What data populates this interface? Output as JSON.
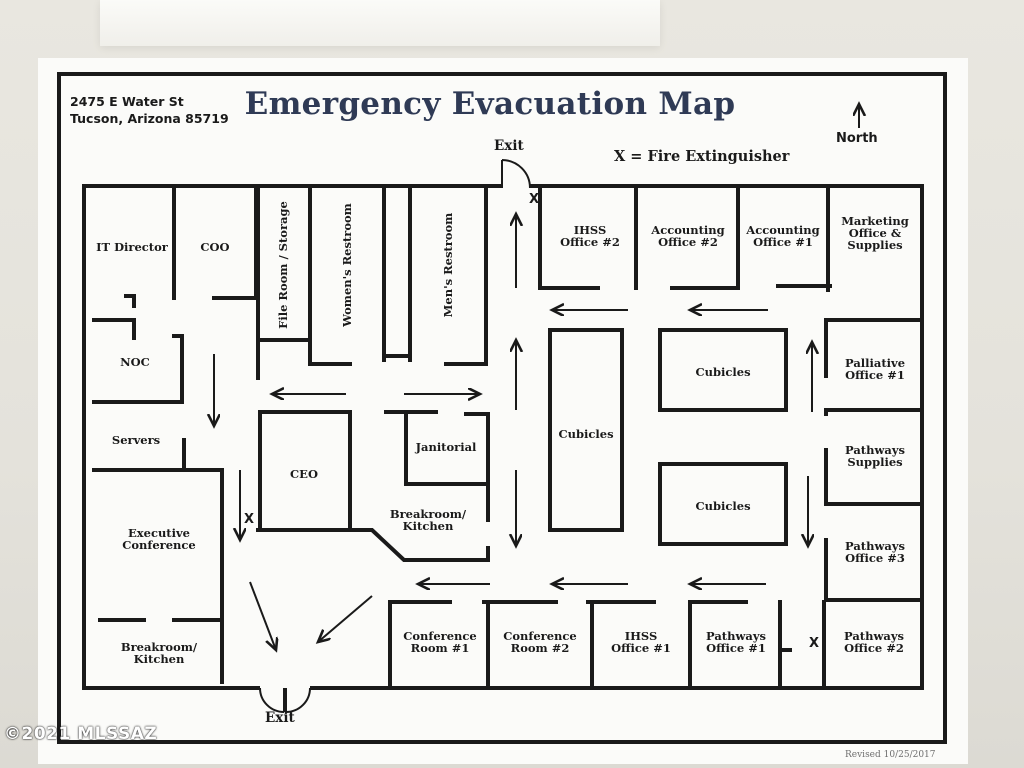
{
  "header": {
    "address_line1": "2475 E Water St",
    "address_line2": "Tucson, Arizona 85719",
    "title": "Emergency Evacuation Map",
    "legend": "X = Fire Extinguisher",
    "north_label": "North"
  },
  "exits": {
    "top": "Exit",
    "bottom": "Exit"
  },
  "extinguisher_mark": "X",
  "rooms": {
    "it_director": "IT Director",
    "coo": "COO",
    "file_room": "File Room / Storage",
    "womens_restroom": "Women's Restroom",
    "mens_restroom": "Men's Restroom",
    "noc": "NOC",
    "servers": "Servers",
    "ceo": "CEO",
    "janitorial": "Janitorial",
    "breakroom_center": "Breakroom/\nKitchen",
    "executive_conference": "Executive\nConference",
    "breakroom_left": "Breakroom/\nKitchen",
    "ihss_office_2": "IHSS\nOffice #2",
    "accounting_office_2": "Accounting\nOffice #2",
    "accounting_office_1": "Accounting\nOffice #1",
    "marketing_office": "Marketing\nOffice &\nSupplies",
    "cubicles_center": "Cubicles",
    "cubicles_top": "Cubicles",
    "cubicles_bottom": "Cubicles",
    "palliative_office_1": "Palliative\nOffice #1",
    "pathways_supplies": "Pathways\nSupplies",
    "pathways_office_3": "Pathways\nOffice #3",
    "conference_room_1": "Conference\nRoom #1",
    "conference_room_2": "Conference\nRoom #2",
    "ihss_office_1": "IHSS\nOffice #1",
    "pathways_office_1": "Pathways\nOffice #1",
    "pathways_office_2": "Pathways\nOffice #2"
  },
  "footer": {
    "revised": "Revised 10/25/2017",
    "copyright": "©2021 MLSSAZ"
  }
}
